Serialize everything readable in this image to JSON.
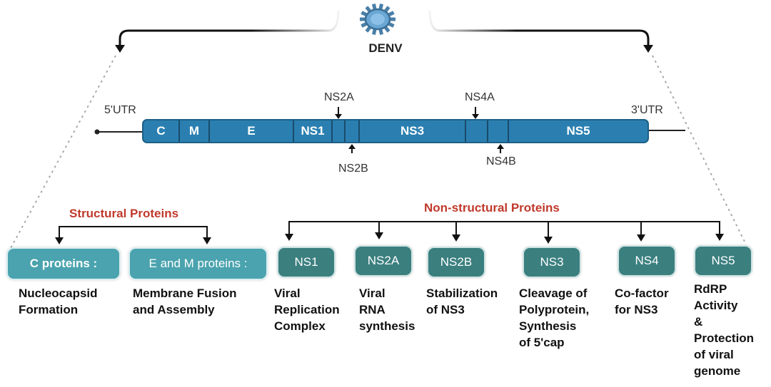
{
  "virus": {
    "label": "DENV",
    "icon": "virus-icon"
  },
  "genome": {
    "utr5": "5'UTR",
    "utr3": "3'UTR",
    "segments": [
      {
        "name": "C",
        "label": "C"
      },
      {
        "name": "M",
        "label": "M"
      },
      {
        "name": "E",
        "label": "E"
      },
      {
        "name": "NS1",
        "label": "NS1"
      },
      {
        "name": "NS2A",
        "label": ""
      },
      {
        "name": "NS2B",
        "label": ""
      },
      {
        "name": "NS3",
        "label": "NS3"
      },
      {
        "name": "NS4A",
        "label": ""
      },
      {
        "name": "NS4B",
        "label": ""
      },
      {
        "name": "NS5",
        "label": "NS5"
      }
    ],
    "markers": {
      "ns2a": "NS2A",
      "ns2b": "NS2B",
      "ns4a": "NS4A",
      "ns4b": "NS4B"
    },
    "color": "#2a7fb0"
  },
  "structural": {
    "title": "Structural Proteins",
    "title_color": "#c0392b",
    "box_color": "#4aa3ae",
    "items": [
      {
        "box": "C proteins :",
        "desc": [
          "Nucleocapsid",
          "Formation"
        ]
      },
      {
        "box": "E and M proteins :",
        "desc": [
          "Membrane Fusion",
          "and Assembly"
        ]
      }
    ]
  },
  "nonstructural": {
    "title": "Non-structural Proteins",
    "title_color": "#c0392b",
    "box_color": "#3b7f7f",
    "items": [
      {
        "box": "NS1",
        "desc": [
          "Viral",
          "Replication",
          "Complex"
        ]
      },
      {
        "box": "NS2A",
        "desc": [
          "Viral",
          "RNA",
          "synthesis"
        ]
      },
      {
        "box": "NS2B",
        "desc": [
          "Stabilization",
          "of NS3"
        ]
      },
      {
        "box": "NS3",
        "desc": [
          "Cleavage of",
          "Polyprotein,",
          "Synthesis",
          "of 5'cap"
        ]
      },
      {
        "box": "NS4",
        "desc": [
          "Co-factor",
          "for NS3"
        ]
      },
      {
        "box": "NS5",
        "desc": [
          "RdRP",
          "Activity",
          "&",
          "Protection",
          "of viral",
          "genome"
        ]
      }
    ]
  }
}
